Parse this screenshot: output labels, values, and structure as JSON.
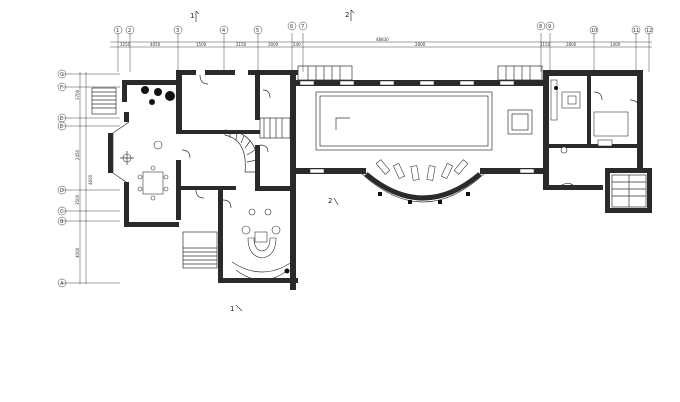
{
  "plan": {
    "top_axes": [
      "1",
      "2",
      "3",
      "4",
      "5",
      "6",
      "7",
      "8",
      "9",
      "10",
      "11",
      "12"
    ],
    "left_axes": [
      "G",
      "F",
      "E",
      "D",
      "C",
      "B",
      "A"
    ],
    "top_dims": [
      "1250",
      "4050",
      "1500",
      "2150",
      "3000",
      "240",
      "2800",
      "1150",
      "2800",
      "1400"
    ],
    "overall_dim": "48830",
    "left_dims": [
      "3700",
      "2450",
      "4600",
      "3500",
      "4000"
    ],
    "section_marks": {
      "s1_top": "1",
      "s2_top": "2",
      "s1_bottom": "1",
      "s2_mid": "2"
    }
  },
  "colors": {
    "wall": "#2a2a2a",
    "line": "#333333",
    "background": "#ffffff"
  }
}
